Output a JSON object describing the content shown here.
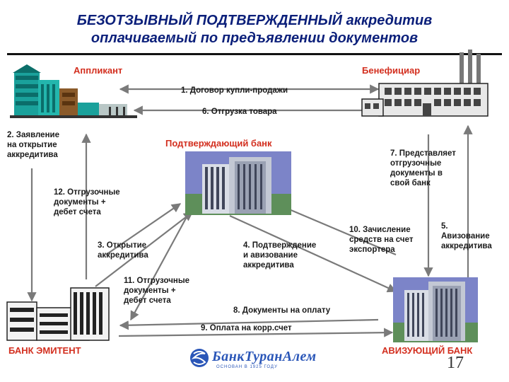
{
  "title": {
    "line1": "БЕЗОТЗЫВНЫЙ ПОДТВЕРЖДЕННЫЙ аккредитив",
    "line2": "оплачиваемый по предъявлении документов"
  },
  "parties": {
    "applicant": "Аппликант",
    "beneficiary": "Бенефициар",
    "confirming_bank": "Подтверждающий банк",
    "issuing_bank": "БАНК ЭМИТЕНТ",
    "advising_bank": "АВИЗУЮЩИЙ БАНК"
  },
  "steps": {
    "s1": "1. Договор купли-продажи",
    "s2": [
      "2. Заявление",
      "на открытие",
      "аккредитива"
    ],
    "s3": [
      "3. Открытие",
      "аккредитива"
    ],
    "s4": [
      "4. Подтверждение",
      "и авизование",
      "аккредитива"
    ],
    "s5": [
      "5.",
      "Авизование",
      "аккредитива"
    ],
    "s6": "6. Отгрузка товара",
    "s7": [
      "7. Представляет",
      "отгрузочные",
      "документы в",
      "свой банк"
    ],
    "s8": "8. Документы на оплату",
    "s9": "9. Оплата на корр.счет",
    "s10": [
      "10. Зачисление",
      "средств на счет",
      "экспортера"
    ],
    "s11": [
      "11. Отгрузочные",
      "документы +",
      "дебет счета"
    ],
    "s12": [
      "12. Отгрузочные",
      "документы +",
      "дебет счета"
    ]
  },
  "logo": {
    "name": "БанкТуранАлем",
    "tagline": "ОСНОВАН В 1925 ГОДУ"
  },
  "page_number": "17",
  "colors": {
    "title": "#0b1f7a",
    "party": "#d32f1f",
    "logo": "#2a56b8"
  },
  "icons": {
    "applicant": "factory-building-icon",
    "beneficiary": "factory-smokestacks-icon",
    "confirming_bank": "office-towers-icon",
    "issuing_bank": "bank-building-icon",
    "advising_bank": "office-towers-icon"
  }
}
